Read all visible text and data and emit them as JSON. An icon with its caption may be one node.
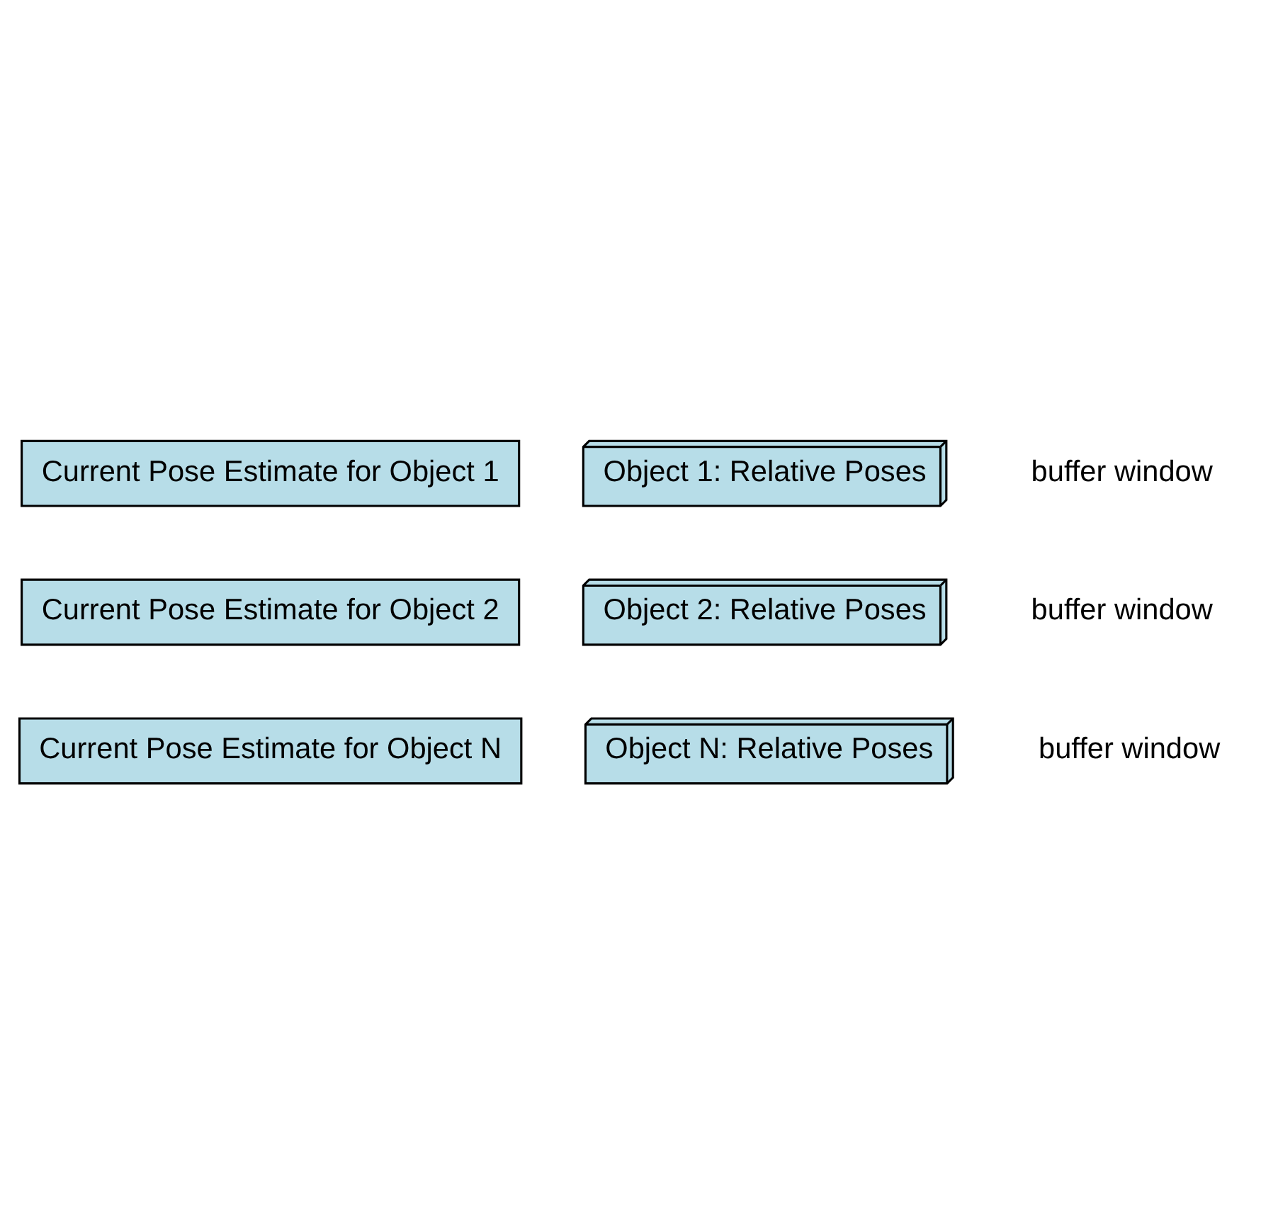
{
  "diagram": {
    "nodes": [
      {
        "text": [
          "Current Pose Estimate for Object 1"
        ]
      },
      {
        "text": [
          "Object 1: Relative Poses"
        ],
        "beside": [
          "buffer window"
        ]
      },
      {
        "text": [
          "Current Pose Estimate for Object 2"
        ]
      },
      {
        "text": [
          "Object 2: Relative Poses"
        ],
        "beside": [
          "buffer window"
        ]
      },
      {
        "text": [
          "Current Pose Estimate for Object N"
        ]
      },
      {
        "text": [
          "Object N: Relative Poses"
        ],
        "beside": [
          "buffer window"
        ]
      }
    ],
    "edges": []
  }
}
